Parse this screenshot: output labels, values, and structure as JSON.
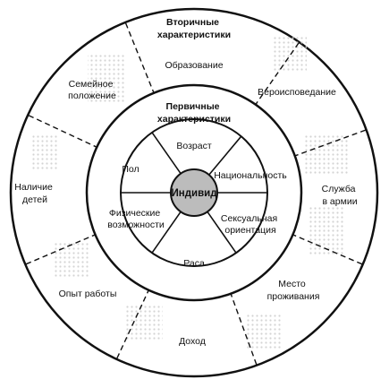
{
  "center": "Индивид",
  "primary": {
    "title": [
      "Первичные",
      "характеристики"
    ],
    "items": [
      [
        "Возраст"
      ],
      [
        "Национальность"
      ],
      [
        "Сексуальная",
        "ориентация"
      ],
      [
        "Раса"
      ],
      [
        "Физические",
        "возможности"
      ],
      [
        "Пол"
      ]
    ]
  },
  "secondary": {
    "title": [
      "Вторичные",
      "характеристики"
    ],
    "items": [
      [
        "Образование"
      ],
      [
        "Вероисповедание"
      ],
      [
        "Служба",
        "в армии"
      ],
      [
        "Место",
        "проживания"
      ],
      [
        "Доход"
      ],
      [
        "Опыт работы"
      ],
      [
        "Наличие",
        "детей"
      ],
      [
        "Семейное",
        "положение"
      ]
    ]
  },
  "colors": {
    "line": "#111111",
    "hub": "#bcbcbc",
    "texture": "#d9d9d9"
  }
}
